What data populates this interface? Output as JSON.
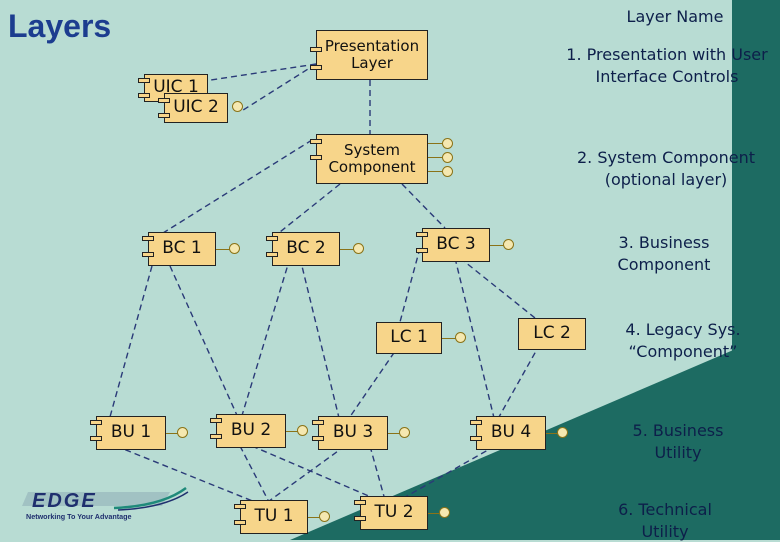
{
  "title": "Layers",
  "components": {
    "uic1": "UIC 1",
    "uic2": "UIC 2",
    "presentation": "Presentation Layer",
    "system": "System Component",
    "bc1": "BC 1",
    "bc2": "BC 2",
    "bc3": "BC 3",
    "lc1": "LC 1",
    "lc2": "LC 2",
    "bu1": "BU 1",
    "bu2": "BU 2",
    "bu3": "BU 3",
    "bu4": "BU 4",
    "tu1": "TU 1",
    "tu2": "TU 2"
  },
  "legend": {
    "header": "Layer Name",
    "l1": "1. Presentation with User Interface Controls",
    "l2": "2. System Component (optional layer)",
    "l3": "3. Business Component",
    "l4": "4. Legacy Sys. “Component”",
    "l5": "5. Business Utility",
    "l6": "6. Technical Utility"
  },
  "logo": {
    "name": "EDGE",
    "tagline": "Networking To Your Advantage"
  },
  "colors": {
    "background": "#b8dcd3",
    "accent": "#1d6b62",
    "component_fill": "#f7d58a",
    "title": "#1c3d8f"
  }
}
